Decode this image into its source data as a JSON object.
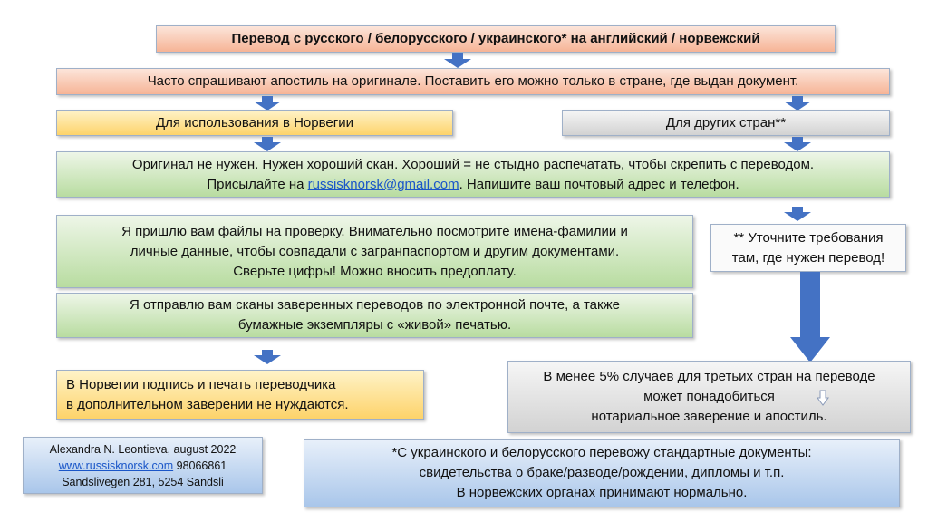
{
  "title": "Перевод с русского / белорусского / украинского* на английский / норвежский",
  "apostille_note": "Часто спрашивают апостиль на оригинале. Поставить его можно только в стране, где выдан документ.",
  "branch_norway": "Для использования в Норвегии",
  "branch_other": "Для других стран**",
  "scan": {
    "line1": "Оригинал не нужен. Нужен хороший скан. Хороший = не стыдно распечатать, чтобы скрепить с переводом.",
    "line2_pre": "Присылайте на ",
    "email": "russisknorsk@gmail.com",
    "line2_post": ". Напишите ваш почтовый адрес и телефон."
  },
  "check": {
    "line1": "Я пришлю вам файлы на проверку. Внимательно посмотрите имена-фамилии и",
    "line2": "личные данные, чтобы совпадали с загранпаспортом и другим документами.",
    "line3": "Сверьте цифры! Можно вносить предоплату."
  },
  "clarify": {
    "line1": "** Уточните требования",
    "line2": "там, где нужен перевод!"
  },
  "send": {
    "line1": "Я отправлю вам сканы заверенных переводов по электронной почте, а также",
    "line2": "бумажные экземпляры с «живой» печатью."
  },
  "norway_result": {
    "line1": "В Норвегии подпись и печать переводчика",
    "line2": "в дополнительном заверении не нуждаются."
  },
  "other_result": {
    "line1": "В менее 5% случаев для третьих стран на переводе",
    "line2": "может понадобиться",
    "line3": "нотариальное заверение и апостиль."
  },
  "contact": {
    "line1": "Alexandra N. Leontieva, august 2022",
    "website": "www.russisknorsk.com",
    "phone": " 98066861",
    "line3": "Sandslivegen 281, 5254 Sandsli"
  },
  "footnote": {
    "line1": "*С украинского и белорусского перевожу стандартные документы:",
    "line2": "свидетельства о браке/разводе/рождении, дипломы и т.п.",
    "line3": "В норвежских органах принимают нормально."
  },
  "colors": {
    "arrow": "#4472c4"
  }
}
